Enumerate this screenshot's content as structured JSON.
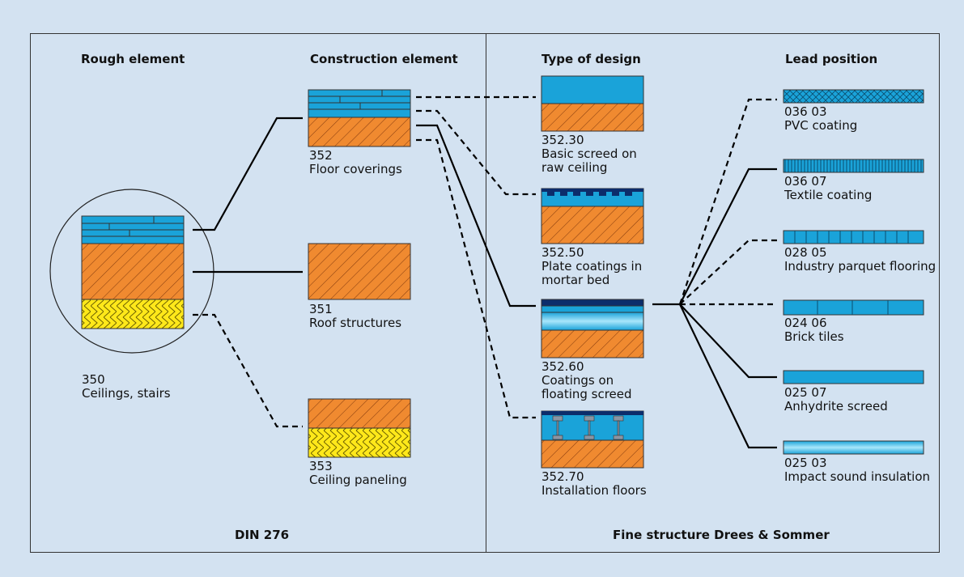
{
  "headers": {
    "rough": "Rough element",
    "construction": "Construction element",
    "design": "Type of design",
    "lead": "Lead position"
  },
  "footers": {
    "left": "DIN 276",
    "right": "Fine structure Drees & Sommer"
  },
  "rough": {
    "code": "350",
    "name": "Ceilings, stairs"
  },
  "construction": [
    {
      "code": "352",
      "name": "Floor coverings"
    },
    {
      "code": "351",
      "name": "Roof structures"
    },
    {
      "code": "353",
      "name": "Ceiling paneling"
    }
  ],
  "design": [
    {
      "code": "352.30",
      "line1": "Basic screed on",
      "line2": "raw ceiling"
    },
    {
      "code": "352.50",
      "line1": "Plate coatings in",
      "line2": "mortar bed"
    },
    {
      "code": "352.60",
      "line1": "Coatings on",
      "line2": "floating screed"
    },
    {
      "code": "352.70",
      "line1": "Installation floors",
      "line2": ""
    }
  ],
  "lead": [
    {
      "code": "036 03",
      "name": "PVC coating"
    },
    {
      "code": "036 07",
      "name": "Textile coating"
    },
    {
      "code": "028 05",
      "name": "Industry parquet flooring"
    },
    {
      "code": "024 06",
      "name": "Brick tiles"
    },
    {
      "code": "025 07",
      "name": "Anhydrite screed"
    },
    {
      "code": "025 03",
      "name": "Impact sound insulation"
    }
  ],
  "colors": {
    "background": "#d3e2f1",
    "blue": "#1aa3d9",
    "orange": "#f08a30",
    "yellow": "#ffe81a",
    "line": "#000000"
  }
}
